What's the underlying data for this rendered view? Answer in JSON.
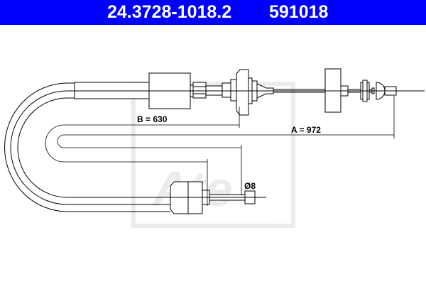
{
  "header": {
    "part_number": "24.3728-1018.2",
    "reference_number": "591018",
    "background_color": "#0000ff"
  },
  "drawing": {
    "dimension_b": "B = 630",
    "dimension_a": "A = 972",
    "diameter": "Ø8",
    "watermark": "Ate"
  }
}
